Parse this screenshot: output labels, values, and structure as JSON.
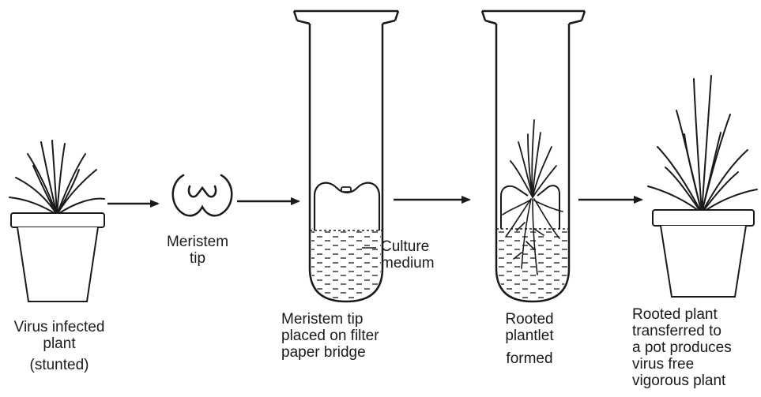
{
  "labels": {
    "virus_infected_plant": [
      "Virus infected",
      "plant",
      "(stunted)"
    ],
    "meristem_tip": [
      "Meristem",
      "tip"
    ],
    "meristem_tip_placed": [
      "Meristem tip",
      "placed on filter",
      "paper bridge"
    ],
    "culture_medium": [
      "Culture",
      "medium"
    ],
    "rooted_plantlet": [
      "Rooted",
      "plantlet",
      "formed"
    ],
    "rooted_plant_transferred": [
      "Rooted plant",
      "transferred to",
      "a pot produces",
      "virus free",
      "vigorous plant"
    ]
  },
  "colors": {
    "ink": "#1a1a1a",
    "background": "#ffffff"
  }
}
